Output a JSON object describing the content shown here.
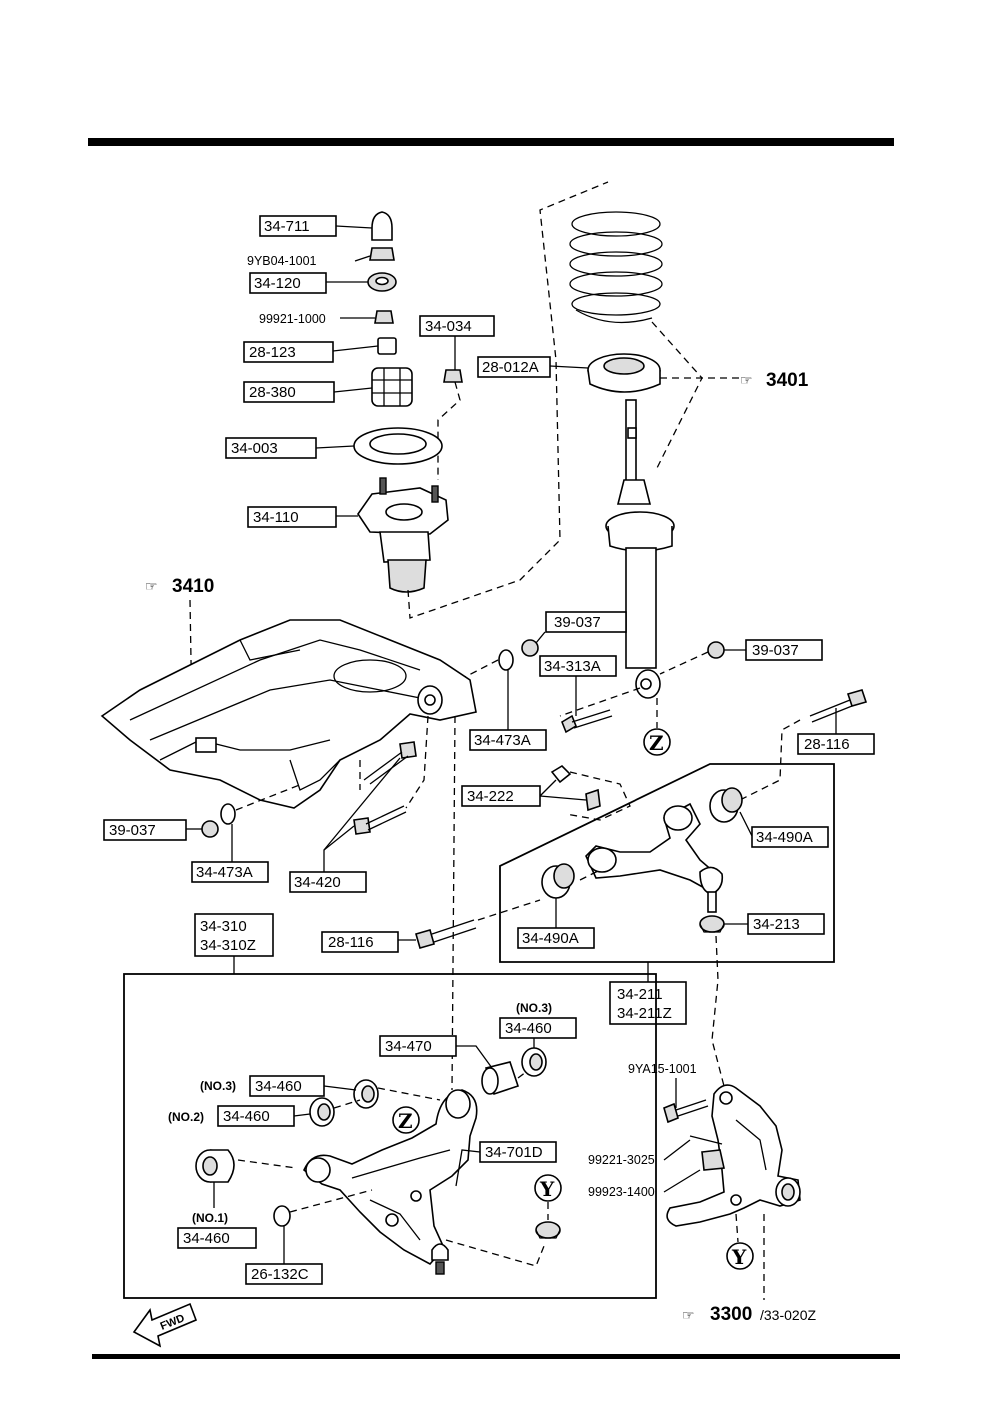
{
  "labels": {
    "p34_711": "34-711",
    "p9yb04": "9YB04-1001",
    "p34_120": "34-120",
    "p99921": "99921-1000",
    "p34_034": "34-034",
    "p28_123": "28-123",
    "p28_012a": "28-012A",
    "p28_380": "28-380",
    "p34_003": "34-003",
    "p34_110": "34-110",
    "p39_037_a": "39-037",
    "p39_037_b": "39-037",
    "p34_313a": "34-313A",
    "p34_473a_a": "34-473A",
    "p28_116_a": "28-116",
    "p34_222": "34-222",
    "p34_490a_a": "34-490A",
    "p39_037_c": "39-037",
    "p34_473a_b": "34-473A",
    "p34_420": "34-420",
    "p34_310": "34-310",
    "p34_310z": "34-310Z",
    "p28_116_b": "28-116",
    "p34_490a_b": "34-490A",
    "p34_213": "34-213",
    "p34_211": "34-211",
    "p34_211z": "34-211Z",
    "p34_460_no3_top": "34-460",
    "p34_470": "34-470",
    "p34_460_no3": "34-460",
    "p34_460_no2": "34-460",
    "p34_701d": "34-701D",
    "p34_460_no1": "34-460",
    "p26_132c": "26-132C",
    "p9ya15": "9YA15-1001",
    "p99221": "99221-3025",
    "p99923": "99923-1400"
  },
  "notes": {
    "no3_top": "(NO.3)",
    "no3": "(NO.3)",
    "no2": "(NO.2)",
    "no1": "(NO.1)"
  },
  "refs": {
    "r3401": "3401",
    "r3410": "3410",
    "r3300": "3300",
    "r3300_sub": "/33-020Z"
  },
  "markers": {
    "z": "Z",
    "y": "Y"
  },
  "fwd_label": "FWD"
}
